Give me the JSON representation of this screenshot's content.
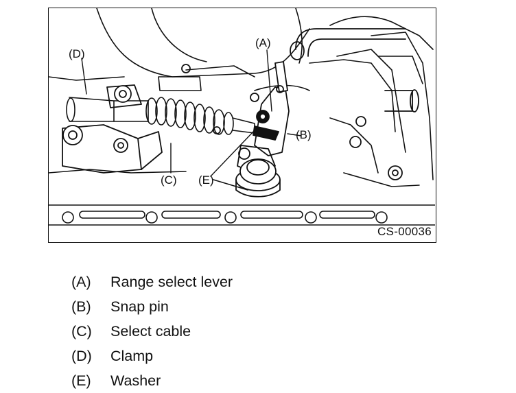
{
  "figure": {
    "code": "CS-00036",
    "callouts": {
      "a": "(A)",
      "b": "(B)",
      "c": "(C)",
      "d": "(D)",
      "e": "(E)"
    }
  },
  "legend": [
    {
      "letter": "(A)",
      "label": "Range select lever"
    },
    {
      "letter": "(B)",
      "label": "Snap pin"
    },
    {
      "letter": "(C)",
      "label": "Select cable"
    },
    {
      "letter": "(D)",
      "label": "Clamp"
    },
    {
      "letter": "(E)",
      "label": "Washer"
    }
  ]
}
